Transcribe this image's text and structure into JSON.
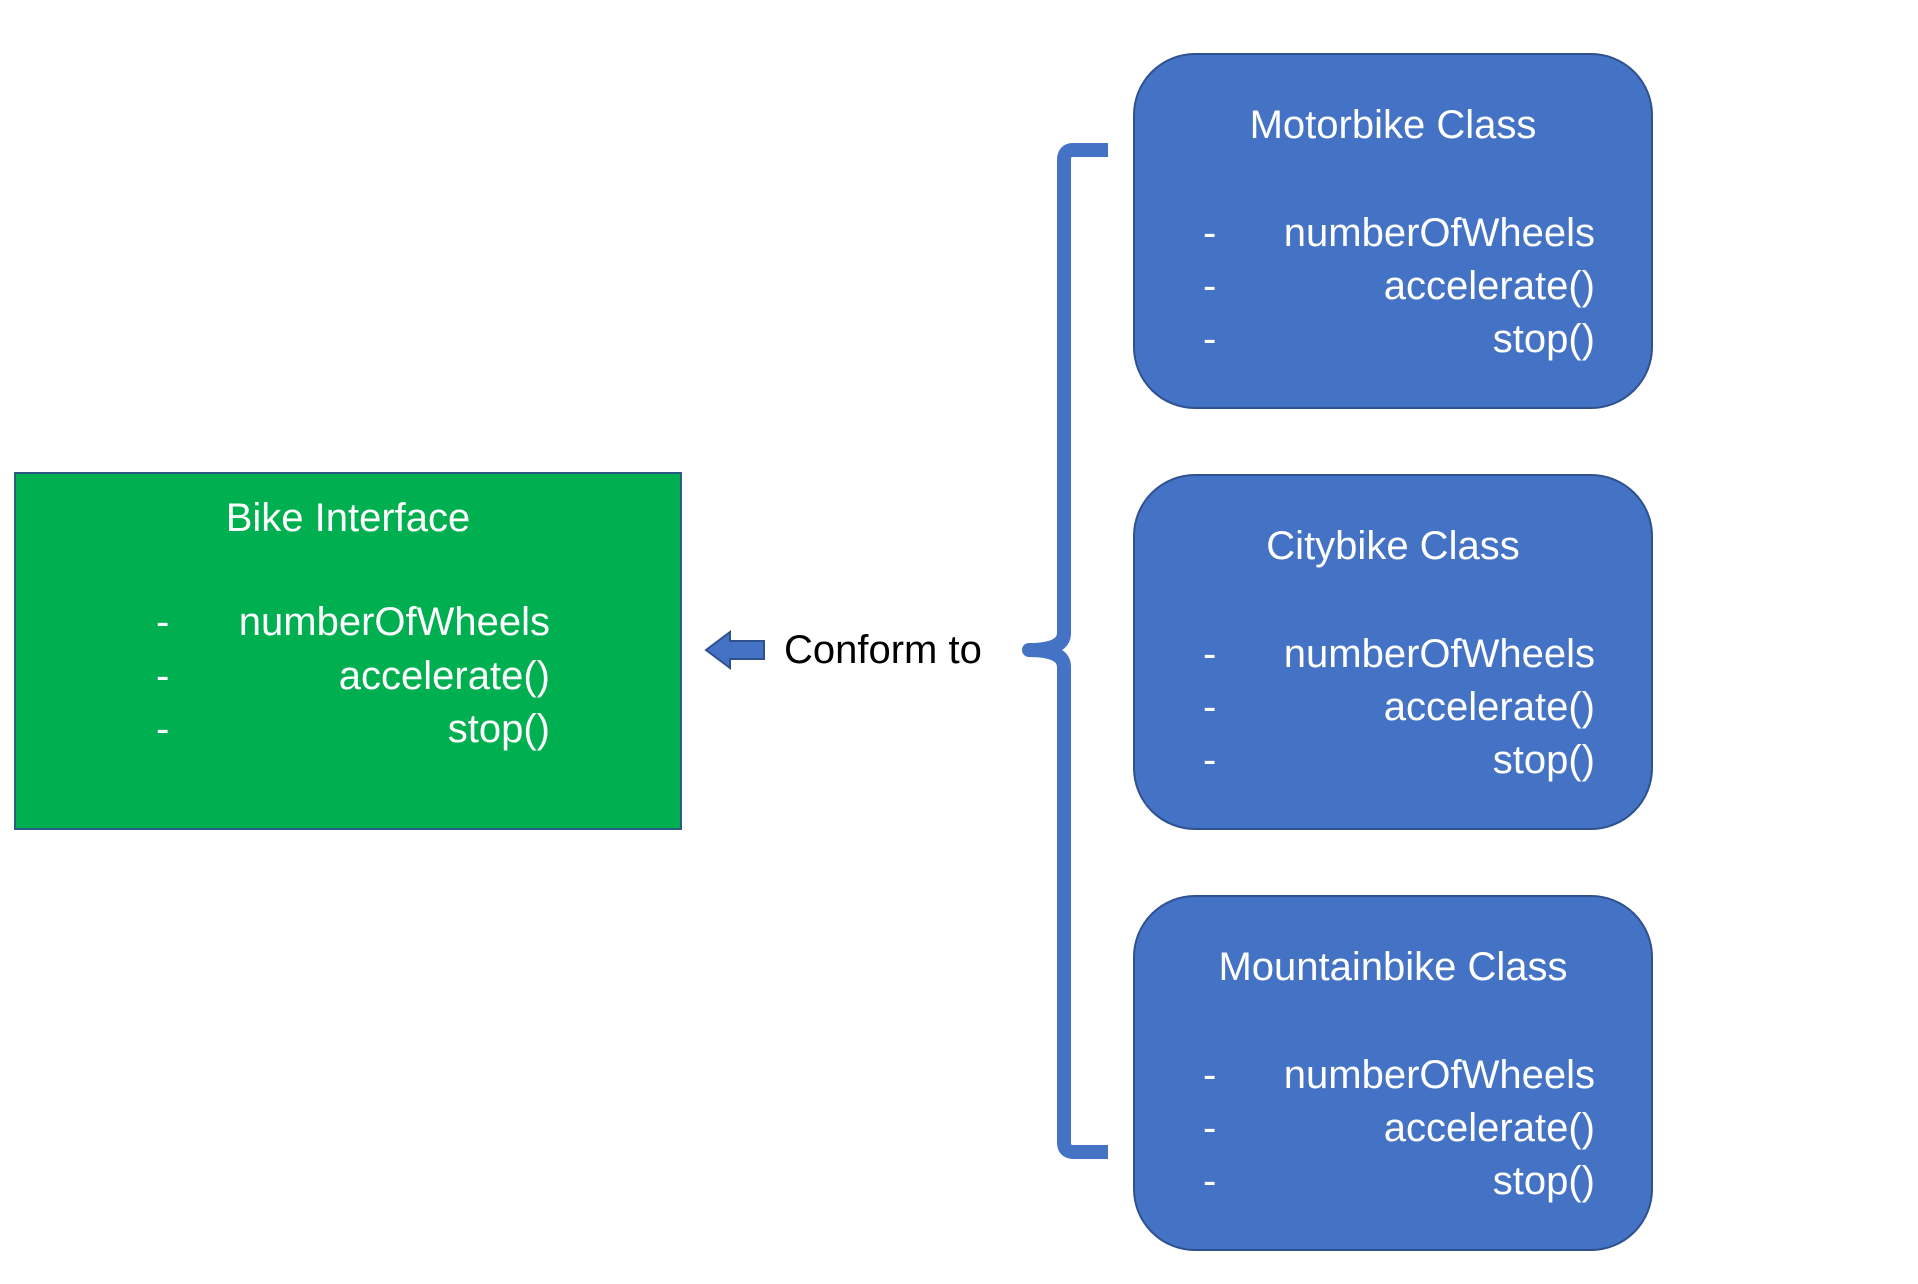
{
  "interface": {
    "title": "Bike Interface",
    "members": [
      "numberOfWheels",
      "accelerate()",
      "stop()"
    ],
    "color": "#00b050"
  },
  "relation": {
    "label": "Conform to",
    "color": "#4472c4"
  },
  "classes": [
    {
      "title": "Motorbike Class",
      "members": [
        "numberOfWheels",
        "accelerate()",
        "stop()"
      ]
    },
    {
      "title": "Citybike Class",
      "members": [
        "numberOfWheels",
        "accelerate()",
        "stop()"
      ]
    },
    {
      "title": "Mountainbike Class",
      "members": [
        "numberOfWheels",
        "accelerate()",
        "stop()"
      ]
    }
  ],
  "class_color": "#4472c4",
  "member_bullet": "-"
}
